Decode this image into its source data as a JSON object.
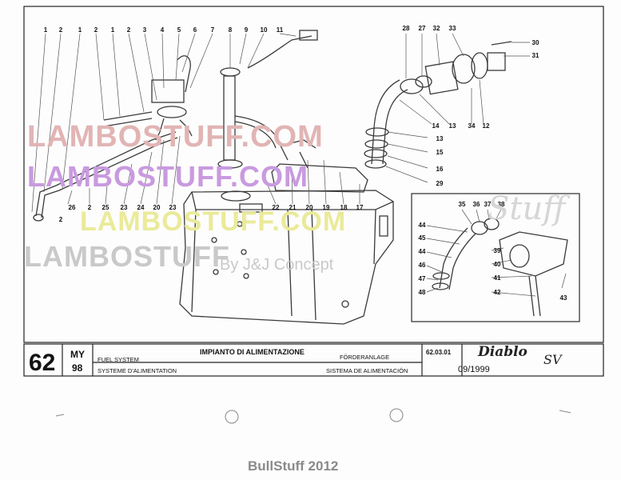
{
  "watermarks": {
    "pink": "LAMBOSTUFF.COM",
    "violet": "LAMBOSTUFF.COM",
    "yellow": "LAMBOSTUFF.COM",
    "grey": "LAMBOSTUFF",
    "grey_sub": "By J&J Concept",
    "script": "Stuff",
    "bottom": "BullStuff 2012"
  },
  "title_block": {
    "page_number": "62",
    "model_label": "MY",
    "model_year": "98",
    "title_it": "IMPIANTO DI ALIMENTAZIONE",
    "title_en": "FUEL SYSTEM",
    "title_fr": "SYSTEME D'ALIMENTATION",
    "title_de": "FÖRDERANLAGE",
    "title_es": "SISTEMA DE ALIMENTACIÓN",
    "drawing_code": "62.03.01",
    "logo_text": "Diablo",
    "logo_suffix": "SV",
    "date": "09/1999"
  },
  "callouts_top": [
    "1",
    "2",
    "1",
    "2",
    "1",
    "2",
    "3",
    "4",
    "5",
    "6",
    "7",
    "8",
    "9",
    "10",
    "11"
  ],
  "callouts_bottom_left": [
    "2",
    "26",
    "2",
    "25",
    "23",
    "24",
    "20",
    "23"
  ],
  "callouts_center": [
    "22",
    "21",
    "20",
    "19",
    "18",
    "17"
  ],
  "callouts_top_right": [
    "28",
    "27",
    "32",
    "33",
    "30",
    "31",
    "14",
    "13",
    "34",
    "12",
    "13",
    "15",
    "16",
    "29"
  ],
  "callouts_inset": [
    "35",
    "36",
    "37",
    "38",
    "44",
    "45",
    "44",
    "46",
    "47",
    "48",
    "39",
    "40",
    "41",
    "42",
    "43"
  ],
  "colors": {
    "line": "#3a3a3a",
    "paper": "#fdfdfd",
    "frame": "#222222"
  }
}
